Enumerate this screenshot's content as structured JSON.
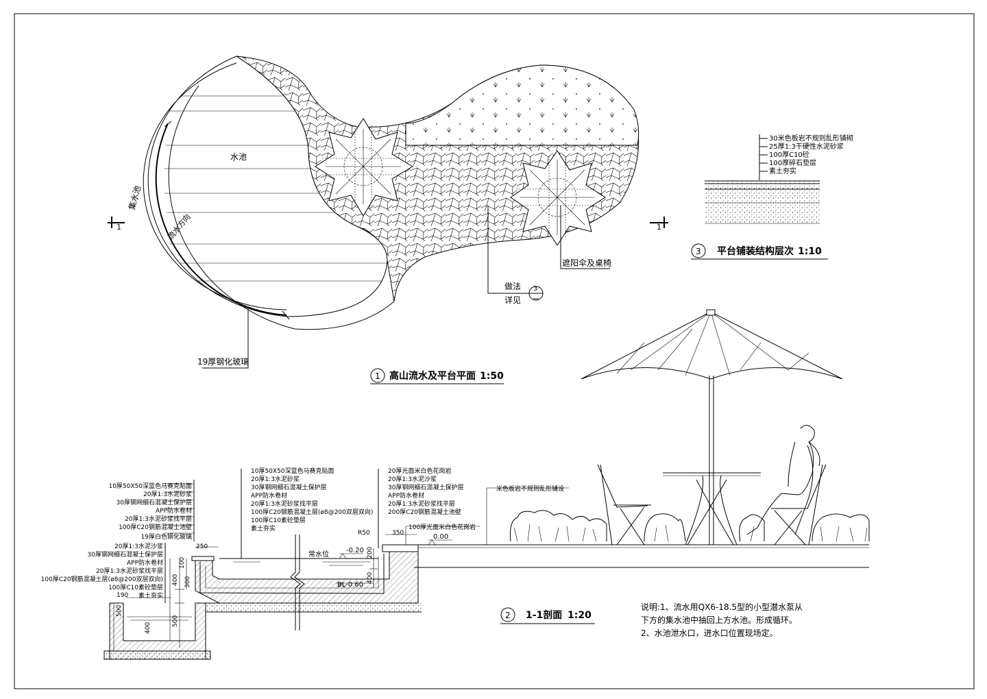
{
  "plan": {
    "label_pool": "水池",
    "label_collect": "集水池",
    "label_flow": "流水方向",
    "label_glass": "19厚钢化玻璃",
    "label_umbrella": "遮阳伞及桌椅",
    "label_method": "做法",
    "label_see": "详见",
    "detail_ref": "3",
    "section_mark": "1",
    "title_num": "1",
    "title": "高山流水及平台平面",
    "scale": "1:50"
  },
  "detail3": {
    "layers": [
      "30米色板岩不规则乱形铺砌",
      "25厚1:3干硬性水泥砂浆",
      "100厚C10砼",
      "100厚碎石垫层",
      "素土夯实"
    ],
    "title_num": "3",
    "title": "平台铺装结构层次",
    "scale": "1:10"
  },
  "section": {
    "left_layers": [
      "10厚50X50深蓝色马赛克贴面",
      "20厚1:3水泥砂浆",
      "30厚钢网细石混凝土保护层",
      "APP防水卷材",
      "20厚1:3水泥砂浆找平层",
      "100厚C20钢筋混凝土池壁",
      "19厚白色钢化玻璃"
    ],
    "low_layers": [
      "20厚1:3水泥沙浆",
      "30厚钢网细石混凝土保护层",
      "APP防水卷材",
      "20厚1:3水泥砂浆找平层",
      "100厚C20钢筋混凝土层(ø8@200双层双向)",
      "100厚C10素砼垫层",
      "素土夯实"
    ],
    "mid_layers": [
      "10厚50X50深蓝色马赛克贴面",
      "20厚1:3水泥砂浆",
      "30厚钢网细石混凝土保护层",
      "APP防水卷材",
      "20厚1:3水泥砂浆找平层",
      "100厚C20钢筋混凝土层(ø8@200双层双向)",
      "100厚C10素砼垫层",
      "素土夯实"
    ],
    "right_layers": [
      "20厚光面米白色花岗岩",
      "20厚1:3水泥沙浆",
      "30厚钢网细石混凝土保护层",
      "APP防水卷材",
      "20厚1:3水泥砂浆找平层",
      "200厚C20钢筋混凝土池壁"
    ],
    "coping": "100厚光面米白色花岗岩",
    "paving": "米色板岩不规则乱形铺设",
    "r50": "R50",
    "d350": "350",
    "d250": "250",
    "d190": "190",
    "d100": "100",
    "d300": "300",
    "d400a": "400",
    "d500": "500",
    "d400b": "400",
    "d500b": "500",
    "d200": "200",
    "d400c": "400",
    "water_level_label": "常水位",
    "wl": "-0.20",
    "bl": "BL-0.60",
    "ground": "0.00",
    "title_num": "2",
    "title": "1-1剖面",
    "scale": "1:20"
  },
  "notes": {
    "line1": "说明:1、流水用QX6-18.5型的小型潜水泵从",
    "line2": "下方的集水池中抽回上方水池。形成循环。",
    "line3": "2、水池泄水口，进水口位置现场定。"
  }
}
